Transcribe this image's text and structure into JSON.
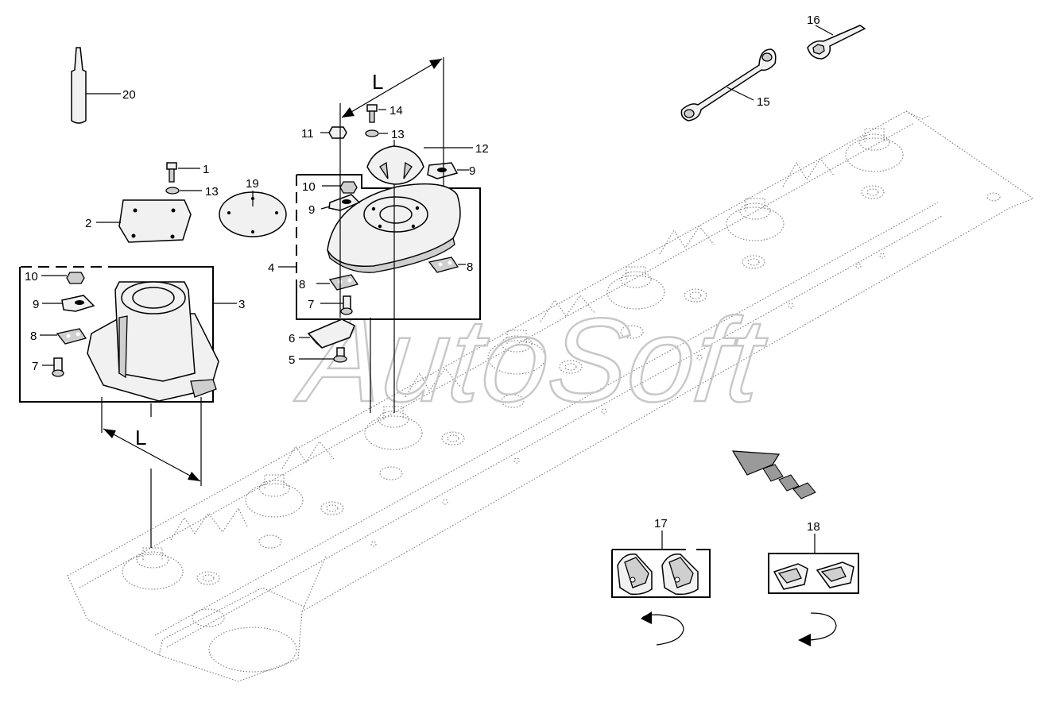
{
  "watermark": "AutoSoft",
  "dimension_labels": {
    "upper": "L",
    "lower": "L"
  },
  "callouts": {
    "c1": "1",
    "c2": "2",
    "c3": "3",
    "c4": "4",
    "c5": "5",
    "c6": "6",
    "c7a": "7",
    "c7b": "7",
    "c8a": "8",
    "c8b": "8",
    "c8c": "8",
    "c9a": "9",
    "c9b": "9",
    "c9c": "9",
    "c10a": "10",
    "c10b": "10",
    "c11": "11",
    "c12": "12",
    "c13a": "13",
    "c13b": "13",
    "c14": "14",
    "c15": "15",
    "c16": "16",
    "c17": "17",
    "c18": "18",
    "c19": "19",
    "c20": "20"
  },
  "icons": [
    "travel-direction-arrow-icon",
    "rotation-left-icon",
    "rotation-right-icon"
  ]
}
